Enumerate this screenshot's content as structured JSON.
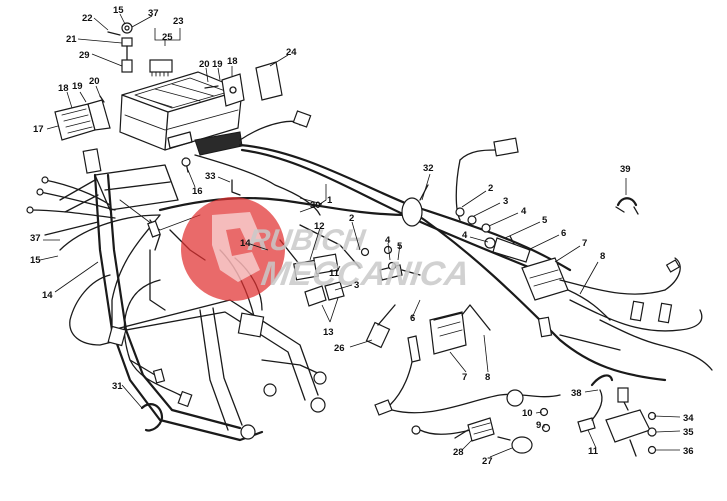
{
  "diagram": {
    "callouts": {
      "c22": "22",
      "c15a": "15",
      "c37a": "37",
      "c23": "23",
      "c21": "21",
      "c25": "25",
      "c29": "29",
      "c20a": "20",
      "c19a": "19",
      "c18a": "18",
      "c24": "24",
      "c18b": "18",
      "c19b": "19",
      "c20b": "20",
      "c17": "17",
      "c33": "33",
      "c16": "16",
      "c30": "30",
      "c1": "1",
      "c32": "32",
      "c2a": "2",
      "c3a": "3",
      "c4a": "4",
      "c5a": "5",
      "c6a": "6",
      "c7a": "7",
      "c39": "39",
      "c4b": "4",
      "c8": "8",
      "c12": "12",
      "c14a": "14",
      "c2b": "2",
      "c4c": "4",
      "c5b": "5",
      "c37b": "37",
      "c15b": "15",
      "c14b": "14",
      "c11": "11",
      "c3b": "3",
      "c6b": "6",
      "c13": "13",
      "c26": "26",
      "c7b": "7",
      "c8b": "8",
      "c38": "38",
      "c10": "10",
      "c9": "9",
      "c34": "34",
      "c35": "35",
      "c36": "36",
      "c31": "31",
      "c28": "28",
      "c27": "27",
      "c11b": "11"
    },
    "watermark": {
      "line1": "RUBICH",
      "line2": "MECCANICA",
      "color": "#e03030"
    }
  }
}
